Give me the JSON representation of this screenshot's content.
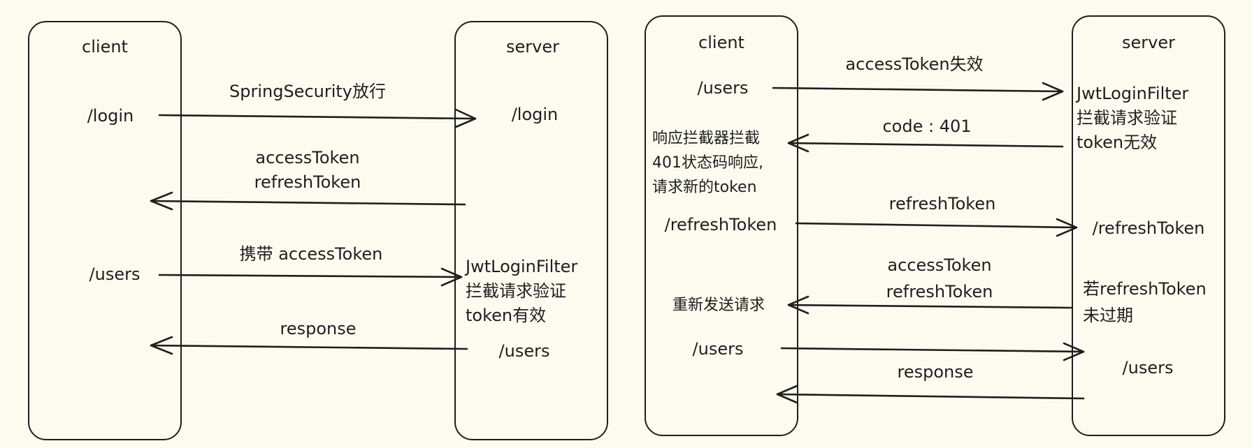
{
  "left": {
    "client": {
      "title": "client",
      "login": "/login",
      "users": "/users"
    },
    "server": {
      "title": "server",
      "login": "/login",
      "filter": "JwtLoginFilter\n拦截请求验证\ntoken有效",
      "users": "/users"
    },
    "arrows": {
      "login": "SpringSecurity放行",
      "tokens": "accessToken\nrefreshToken",
      "carry": "携带 accessToken",
      "response": "response"
    }
  },
  "right": {
    "client": {
      "title": "client",
      "users": "/users",
      "interceptor": "响应拦截器拦截\n401状态码响应,\n请求新的token",
      "refresh": "/refreshToken",
      "resend": "重新发送请求",
      "users2": "/users"
    },
    "server": {
      "title": "server",
      "filter": "JwtLoginFilter\n拦截请求验证\ntoken无效",
      "refresh": "/refreshToken",
      "check": "若refreshToken\n未过期",
      "users": "/users"
    },
    "arrows": {
      "expired": "accessToken失效",
      "code": "code : 401",
      "refresh": "refreshToken",
      "tokens": "accessToken\nrefreshToken",
      "response": "response"
    }
  }
}
